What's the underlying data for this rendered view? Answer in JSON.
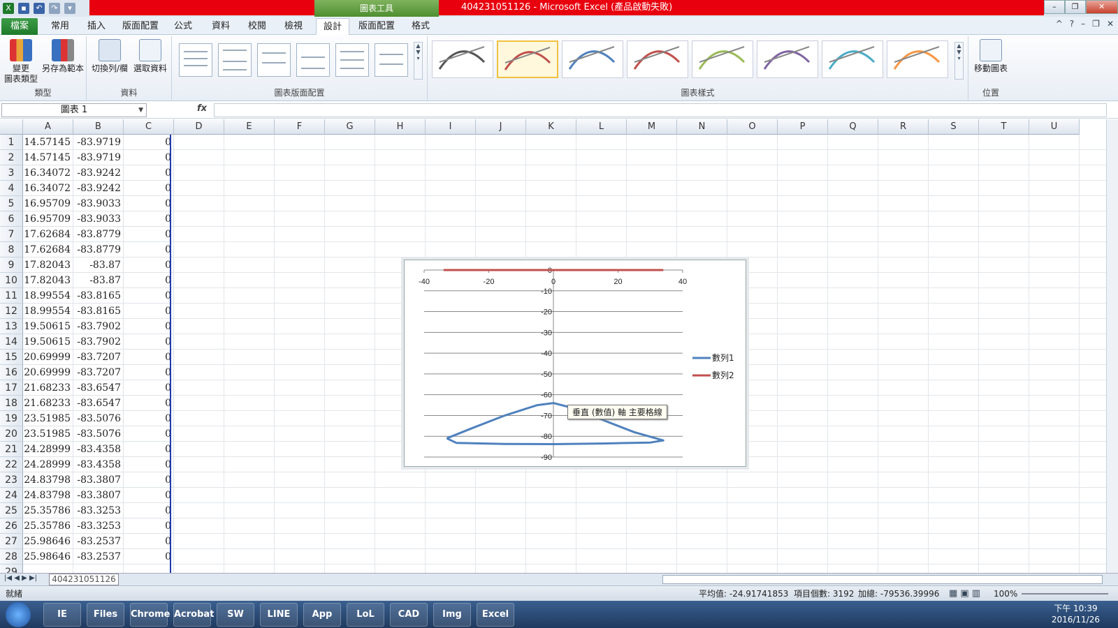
{
  "titlebar": {
    "context_group": "圖表工具",
    "title": "404231051126  -  Microsoft Excel (產品啟動失敗)",
    "app_icon": "X",
    "minimize": "–",
    "restore": "❐",
    "close": "✕"
  },
  "tabs": {
    "file": "檔案",
    "items": [
      "常用",
      "插入",
      "版面配置",
      "公式",
      "資料",
      "校閱",
      "檢視",
      "設計",
      "版面配置",
      "格式"
    ],
    "active_index": 7,
    "right_controls": [
      "^",
      "?",
      "–",
      "❐",
      "✕"
    ]
  },
  "ribbon": {
    "type_group": {
      "label": "類型",
      "change_type": "變更\n圖表類型",
      "save_template": "另存為範本"
    },
    "data_group": {
      "label": "資料",
      "switch_row_col": "切換列/欄",
      "select_data": "選取資料"
    },
    "layout_group": {
      "label": "圖表版面配置"
    },
    "styles_group": {
      "label": "圖表樣式",
      "colors": [
        "#555555",
        "#c0504d",
        "#4f81bd",
        "#c0504d",
        "#9bbb59",
        "#8064a2",
        "#4bacc6",
        "#f79646"
      ],
      "selected_index": 1
    },
    "location_group": {
      "label": "位置",
      "move_chart": "移動圖表"
    }
  },
  "formula_bar": {
    "name_box": "圖表 1",
    "fx": "fx",
    "formula": ""
  },
  "sheet": {
    "columns": [
      "A",
      "B",
      "C",
      "D",
      "E",
      "F",
      "G",
      "H",
      "I",
      "J",
      "K",
      "L",
      "M",
      "N",
      "O",
      "P",
      "Q",
      "R",
      "S",
      "T",
      "U"
    ],
    "rows": [
      [
        "14.57145",
        "-83.9719",
        "0"
      ],
      [
        "14.57145",
        "-83.9719",
        "0"
      ],
      [
        "16.34072",
        "-83.9242",
        "0"
      ],
      [
        "16.34072",
        "-83.9242",
        "0"
      ],
      [
        "16.95709",
        "-83.9033",
        "0"
      ],
      [
        "16.95709",
        "-83.9033",
        "0"
      ],
      [
        "17.62684",
        "-83.8779",
        "0"
      ],
      [
        "17.62684",
        "-83.8779",
        "0"
      ],
      [
        "17.82043",
        "-83.87",
        "0"
      ],
      [
        "17.82043",
        "-83.87",
        "0"
      ],
      [
        "18.99554",
        "-83.8165",
        "0"
      ],
      [
        "18.99554",
        "-83.8165",
        "0"
      ],
      [
        "19.50615",
        "-83.7902",
        "0"
      ],
      [
        "19.50615",
        "-83.7902",
        "0"
      ],
      [
        "20.69999",
        "-83.7207",
        "0"
      ],
      [
        "20.69999",
        "-83.7207",
        "0"
      ],
      [
        "21.68233",
        "-83.6547",
        "0"
      ],
      [
        "21.68233",
        "-83.6547",
        "0"
      ],
      [
        "23.51985",
        "-83.5076",
        "0"
      ],
      [
        "23.51985",
        "-83.5076",
        "0"
      ],
      [
        "24.28999",
        "-83.4358",
        "0"
      ],
      [
        "24.28999",
        "-83.4358",
        "0"
      ],
      [
        "24.83798",
        "-83.3807",
        "0"
      ],
      [
        "24.83798",
        "-83.3807",
        "0"
      ],
      [
        "25.35786",
        "-83.3253",
        "0"
      ],
      [
        "25.35786",
        "-83.3253",
        "0"
      ],
      [
        "25.98646",
        "-83.2537",
        "0"
      ],
      [
        "25.98646",
        "-83.2537",
        "0"
      ]
    ]
  },
  "chart_data": {
    "type": "scatter",
    "xlim": [
      -40,
      40
    ],
    "ylim": [
      -90,
      0
    ],
    "x_ticks": [
      "-40",
      "-20",
      "0",
      "20",
      "40"
    ],
    "y_ticks": [
      "0",
      "-10",
      "-20",
      "-30",
      "-40",
      "-50",
      "-60",
      "-70",
      "-80",
      "-90"
    ],
    "grid": true,
    "legend_position": "right",
    "series": [
      {
        "name": "數列1",
        "color": "#4f81bd",
        "x": [
          -33,
          -25,
          -15,
          -5,
          0,
          5,
          15,
          25,
          34,
          30,
          15,
          0,
          -15,
          -30,
          -33
        ],
        "y": [
          -81,
          -76,
          -70,
          -65,
          -64,
          -66,
          -72,
          -78,
          -82,
          -83,
          -83.5,
          -83.8,
          -83.7,
          -83.2,
          -81
        ]
      },
      {
        "name": "數列2",
        "color": "#c0504d",
        "x": [
          -34,
          34
        ],
        "y": [
          0,
          0
        ]
      }
    ]
  },
  "tooltip": "垂直 (數值) 軸 主要格線",
  "sheet_tab": "404231051126",
  "status": {
    "ready": "就緒",
    "average": "平均值: -24.91741853",
    "count": "項目個數: 3192",
    "sum": "加總: -79536.39996",
    "zoom": "100%"
  },
  "taskbar": {
    "apps": [
      "IE",
      "Files",
      "Chrome",
      "Acrobat",
      "SW",
      "LINE",
      "App",
      "LoL",
      "CAD",
      "Img",
      "Excel"
    ],
    "time": "下午 10:39",
    "date": "2016/11/26"
  }
}
